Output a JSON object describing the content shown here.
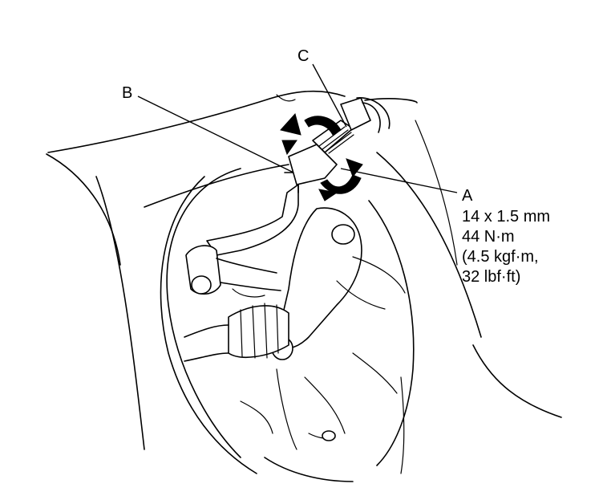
{
  "callouts": {
    "a": {
      "letter": "A",
      "spec_lines": [
        "14 x 1.5 mm",
        "44 N·m",
        "(4.5 kgf·m,",
        "32 lbf·ft)"
      ]
    },
    "b": {
      "letter": "B"
    },
    "c": {
      "letter": "C"
    }
  },
  "colors": {
    "line": "#000000",
    "background": "#ffffff"
  }
}
